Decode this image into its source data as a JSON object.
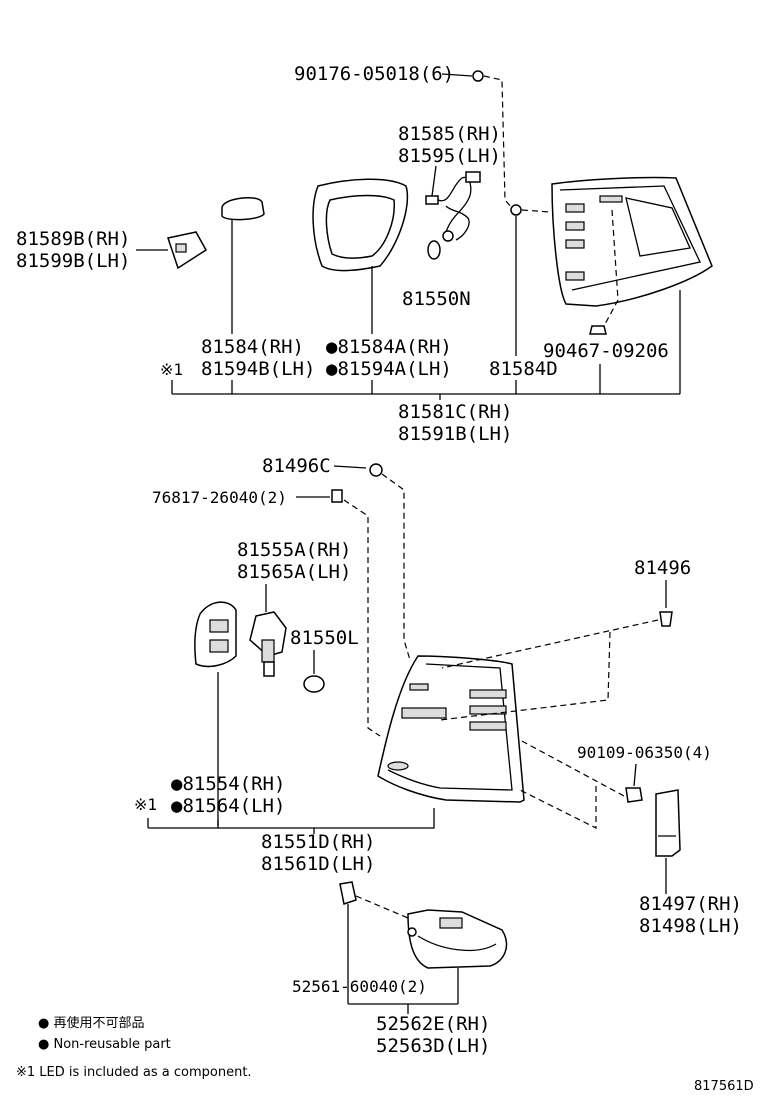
{
  "diagram": {
    "upper": {
      "screw_top": "90176-05018(6)",
      "socket_rh": "81585(RH)",
      "socket_lh": "81595(LH)",
      "bracket_rh": "81589B(RH)",
      "bracket_lh": "81599B(LH)",
      "bulb": "81550N",
      "lens_rh": "81584(RH)",
      "lens_lh": "81594B(LH)",
      "lens_a_rh": "●81584A(RH)",
      "lens_a_lh": "●81594A(LH)",
      "part_d": "81584D",
      "screw_mid": "90467-09206",
      "note_mark": "※1",
      "assy_rh": "81581C(RH)",
      "assy_lh": "81591B(LH)"
    },
    "lower": {
      "clip_top": "81496C",
      "nut": "76817-26040(2)",
      "socket_rh": "81555A(RH)",
      "socket_lh": "81565A(LH)",
      "bulb": "81550L",
      "clip_right": "81496",
      "screw_right": "90109-06350(4)",
      "gasket_rh": "●81554(RH)",
      "gasket_lh": "●81564(LH)",
      "note_mark": "※1",
      "assy_rh": "81551D(RH)",
      "assy_lh": "81561D(LH)",
      "cover_rh": "81497(RH)",
      "cover_lh": "81498(LH)",
      "screw_bottom": "52561-60040(2)",
      "bottom_rh": "52562E(RH)",
      "bottom_lh": "52563D(LH)"
    }
  },
  "legend": {
    "item1": "● 再使用不可部品",
    "item2": "● Non-reusable part",
    "item3": "※1 LED is included as a component."
  },
  "figure_code": "817561D"
}
